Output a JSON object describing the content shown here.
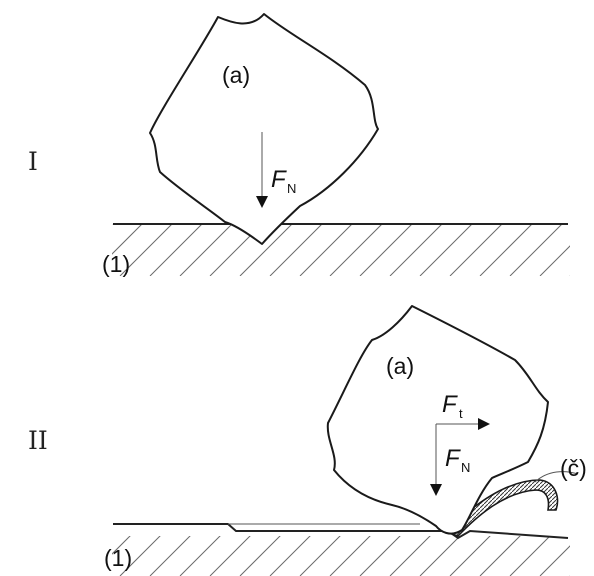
{
  "diagram": {
    "stage_I": {
      "roman": "I",
      "grain_label": "(a)",
      "force_normal": {
        "symbol": "F",
        "subscript": "N"
      },
      "base_label": "(1)"
    },
    "stage_II": {
      "roman": "II",
      "grain_label": "(a)",
      "force_tangential": {
        "symbol": "F",
        "subscript": "t"
      },
      "force_normal": {
        "symbol": "F",
        "subscript": "N"
      },
      "chip_label": "(č)",
      "base_label": "(1)"
    }
  }
}
